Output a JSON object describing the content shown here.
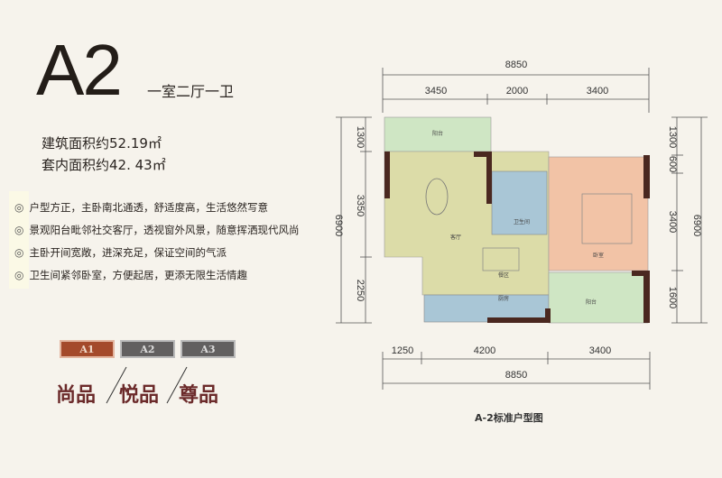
{
  "unit": {
    "code": "A2",
    "layout": "一室二厅一卫",
    "gross_area": "建筑面积约52.19㎡",
    "net_area": "套内面积约42. 43㎡"
  },
  "features": [
    "户型方正，主卧南北通透，舒适度高，生活悠然写意",
    "景观阳台毗邻社交客厅，透视窗外风景，随意挥洒现代风尚",
    "主卧开间宽敞，进深充足，保证空间的气派",
    "卫生间紧邻卧室，方便起居，更添无限生活情趣"
  ],
  "bullet": "◎",
  "tabs": [
    {
      "label": "A1",
      "active": true
    },
    {
      "label": "A2",
      "active": false
    },
    {
      "label": "A3",
      "active": false
    }
  ],
  "tiers": [
    "尚品",
    "悦品",
    "尊品"
  ],
  "plan": {
    "caption": "A-2标准户型图",
    "top_total": "8850",
    "top": [
      "3450",
      "2000",
      "3400"
    ],
    "bottom_total": "8850",
    "bottom": [
      "1250",
      "4200",
      "3400"
    ],
    "left_total": "6900",
    "left": [
      "1300",
      "3350",
      "2250"
    ],
    "right_total": "6900",
    "right": [
      "1300",
      "600",
      "3400",
      "1600"
    ],
    "rooms": {
      "balcony_top": "阳台",
      "living": "客厅",
      "dining": "餐区",
      "bath": "卫生间",
      "bedroom": "卧室",
      "balcony_bottom": "阳台",
      "kitchen": "厨房"
    },
    "colors": {
      "balcony": "#cfe6c4",
      "living": "#dcdca8",
      "wet": "#a9c6d6",
      "bedroom": "#f2c3a6",
      "wall": "#4a2820"
    }
  }
}
